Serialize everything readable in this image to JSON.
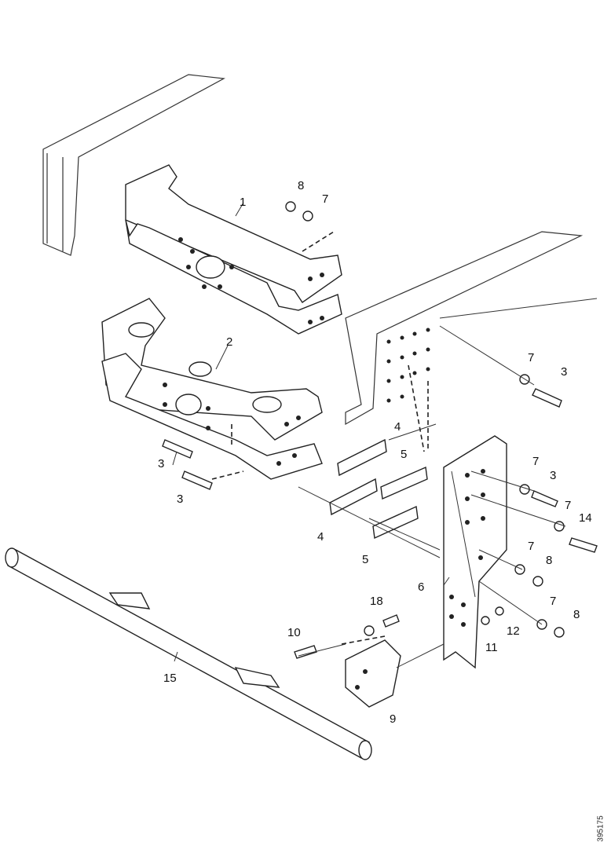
{
  "diagram": {
    "callouts": [
      "1",
      "2",
      "3",
      "3",
      "3",
      "3",
      "4",
      "4",
      "5",
      "5",
      "6",
      "7",
      "7",
      "7",
      "7",
      "7",
      "7",
      "8",
      "8",
      "8",
      "9",
      "10",
      "11",
      "12",
      "14",
      "15",
      "18"
    ],
    "stamp": "395175"
  }
}
